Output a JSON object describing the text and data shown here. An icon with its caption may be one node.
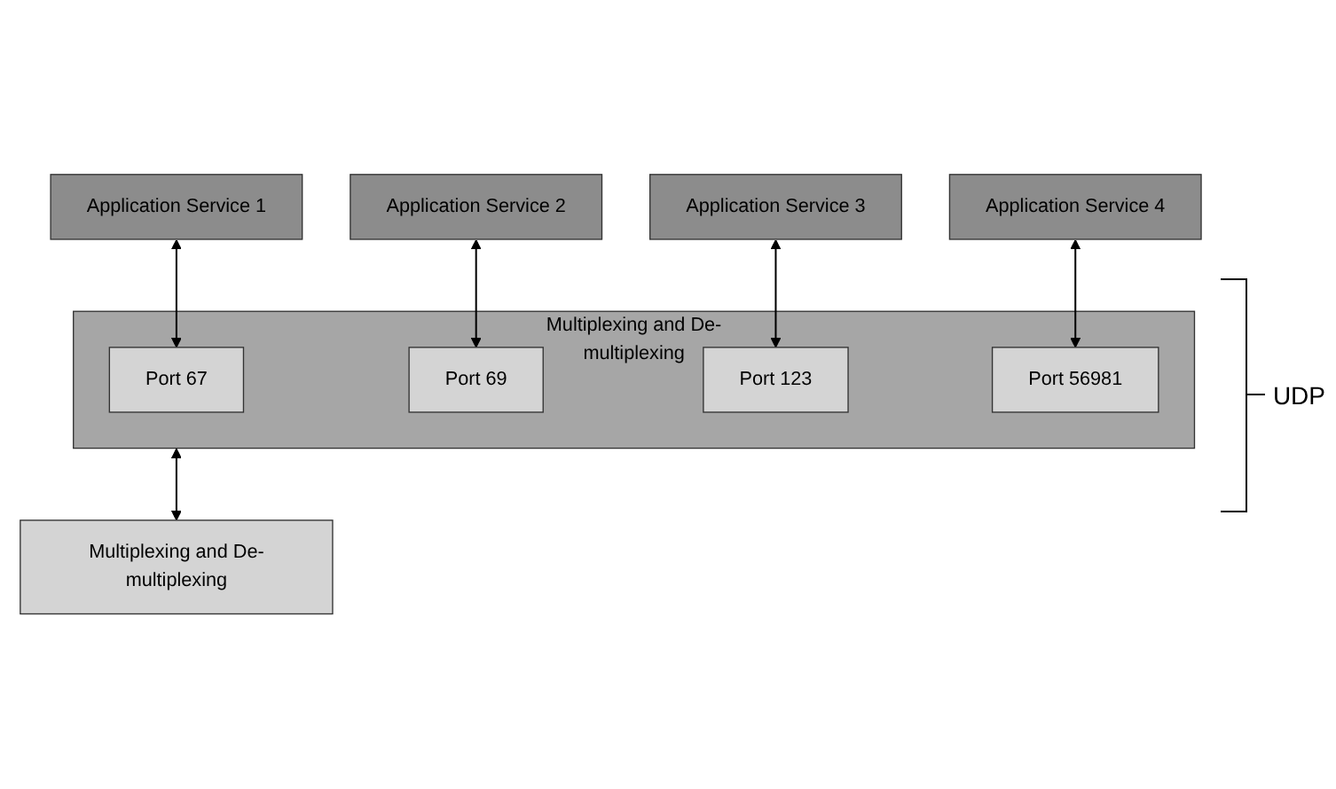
{
  "diagram": {
    "nodes": [
      {
        "text": [
          "Application Service 1"
        ]
      },
      {
        "text": [
          "Application Service 2"
        ]
      },
      {
        "text": [
          "Application Service 3"
        ]
      },
      {
        "text": [
          "Application Service 4"
        ]
      },
      {
        "text": [
          "Multiplexing and De-multiplexing"
        ]
      },
      {
        "text": [
          "Port 67"
        ],
        "in": 4
      },
      {
        "text": [
          "Port 69"
        ],
        "in": 4
      },
      {
        "text": [
          "Port 123"
        ],
        "in": 4
      },
      {
        "text": [
          "Port 56981"
        ],
        "in": 4
      },
      {
        "text": [
          "Multiplexing and De-multiplexing"
        ]
      }
    ],
    "edges": [
      {
        "from": 0,
        "to": 5,
        "arrow": "both"
      },
      {
        "from": 1,
        "to": 6,
        "arrow": "both"
      },
      {
        "from": 2,
        "to": 7,
        "arrow": "both"
      },
      {
        "from": 3,
        "to": 8,
        "arrow": "both"
      },
      {
        "from": 4,
        "to": 9,
        "arrow": "both"
      }
    ],
    "labels": [
      "UDP"
    ]
  }
}
